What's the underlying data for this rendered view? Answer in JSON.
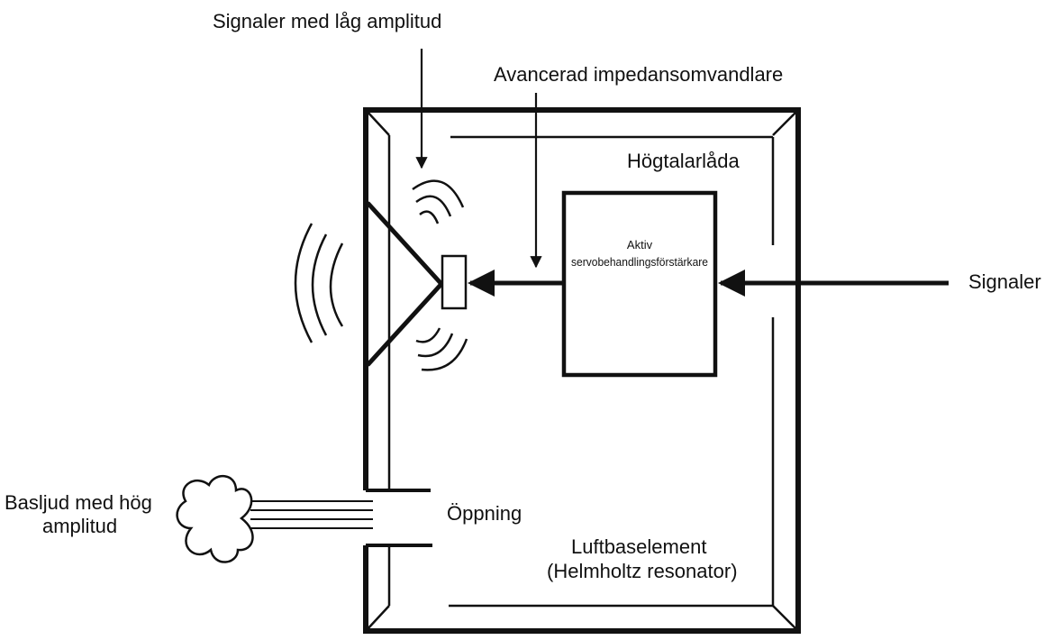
{
  "labels": {
    "signals_low_amplitude": "Signaler med låg amplitud",
    "advanced_impedance_converter": "Avancerad impedansomvandlare",
    "speaker_box": "Högtalarlåda",
    "amplifier_line1": "Aktiv",
    "amplifier_line2": "servobehandlingsförstärkare",
    "signals": "Signaler",
    "bass_line1": "Basljud med hög",
    "bass_line2": "amplitud",
    "opening": "Öppning",
    "air_bass_line1": "Luftbaselement",
    "air_bass_line2": "(Helmholtz resonator)"
  },
  "colors": {
    "ink": "#111111",
    "background": "#ffffff"
  }
}
